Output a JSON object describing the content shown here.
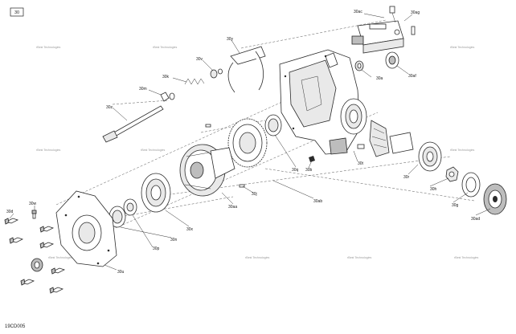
{
  "diagram": {
    "figure_ref": "30",
    "drawing_code": "19CD005",
    "watermark_text": "rBest Technologies",
    "callouts": {
      "c30ac": "30ac",
      "c30ag": "30ag",
      "c30y": "30y",
      "c30v": "30v",
      "c30a": "30a",
      "c30af": "30af",
      "c30k": "30k",
      "c30m": "30m",
      "c30z": "30z",
      "c30q": "30q",
      "c30b": "30b",
      "c30t": "30t",
      "c30r": "30r",
      "c30ab": "30ab",
      "c30j": "30j",
      "c30h": "30h",
      "c30g": "30g",
      "c30ad": "30ad",
      "c30w": "30w",
      "c30d": "30d",
      "c30aa": "30aa",
      "c30x": "30x",
      "c30p": "30p",
      "c30n": "30n",
      "c30u": "30u"
    }
  }
}
